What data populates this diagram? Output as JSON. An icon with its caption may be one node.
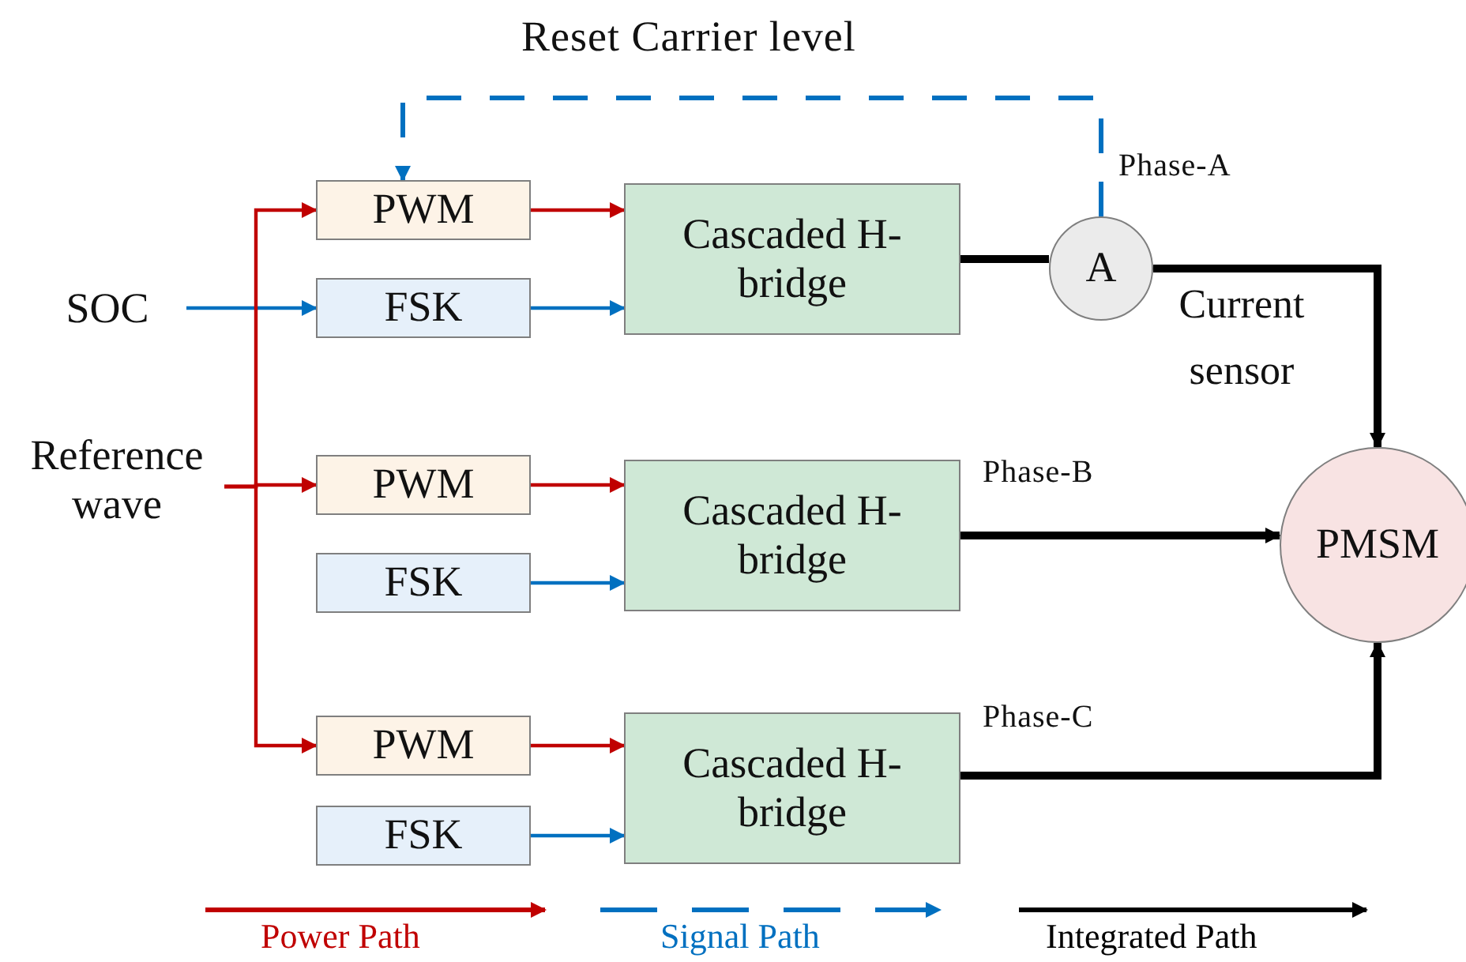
{
  "diagram": {
    "nodes": [
      {
        "text": [
          "SOC"
        ]
      },
      {
        "text": [
          "Reference wave"
        ]
      },
      {
        "text": [
          "PWM"
        ]
      },
      {
        "text": [
          "FSK"
        ]
      },
      {
        "text": [
          "Cascaded H-bridge"
        ]
      },
      {
        "text": [
          "PWM"
        ]
      },
      {
        "text": [
          "FSK"
        ]
      },
      {
        "text": [
          "Cascaded H-bridge"
        ]
      },
      {
        "text": [
          "PWM"
        ]
      },
      {
        "text": [
          "FSK"
        ]
      },
      {
        "text": [
          "Cascaded H-bridge"
        ]
      },
      {
        "text": [
          "A"
        ],
        "beside": [
          "Current sensor"
        ]
      },
      {
        "text": [
          "PMSM"
        ]
      }
    ],
    "edges": [
      {
        "from": 0,
        "to": 3,
        "arrow": "to",
        "color": "#0070c0"
      },
      {
        "from": 1,
        "to": 2,
        "arrow": "to",
        "color": "#c00000"
      },
      {
        "from": 1,
        "to": 5,
        "arrow": "to",
        "color": "#c00000"
      },
      {
        "from": 1,
        "to": 8,
        "arrow": "to",
        "color": "#c00000"
      },
      {
        "from": 2,
        "to": 4,
        "arrow": "to",
        "color": "#c00000"
      },
      {
        "from": 3,
        "to": 4,
        "arrow": "to",
        "color": "#0070c0"
      },
      {
        "from": 5,
        "to": 7,
        "arrow": "to",
        "color": "#c00000"
      },
      {
        "from": 6,
        "to": 7,
        "arrow": "to",
        "color": "#0070c0"
      },
      {
        "from": 8,
        "to": 10,
        "arrow": "to",
        "color": "#c00000"
      },
      {
        "from": 9,
        "to": 10,
        "arrow": "to",
        "color": "#0070c0"
      },
      {
        "from": 4,
        "to": 11,
        "arrow": "none",
        "style": "thick",
        "color": "#000000"
      },
      {
        "from": 11,
        "to": 12,
        "arrow": "to",
        "style": "thick",
        "color": "#000000"
      },
      {
        "from": 7,
        "to": 12,
        "arrow": "to",
        "style": "thick",
        "color": "#000000",
        "label": "Phase-B"
      },
      {
        "from": 10,
        "to": 12,
        "arrow": "to",
        "style": "thick",
        "color": "#000000",
        "label": "Phase-C"
      },
      {
        "from": 11,
        "to": 2,
        "arrow": "to",
        "style": "dashed",
        "color": "#0070c0",
        "label": "Reset Carrier level"
      }
    ],
    "labels": [
      "Phase-A"
    ],
    "legend": [
      {
        "text": "Power Path",
        "color": "#c00000"
      },
      {
        "text": "Signal Path",
        "color": "#0070c0"
      },
      {
        "text": "Integrated Path",
        "color": "#000000"
      }
    ]
  }
}
